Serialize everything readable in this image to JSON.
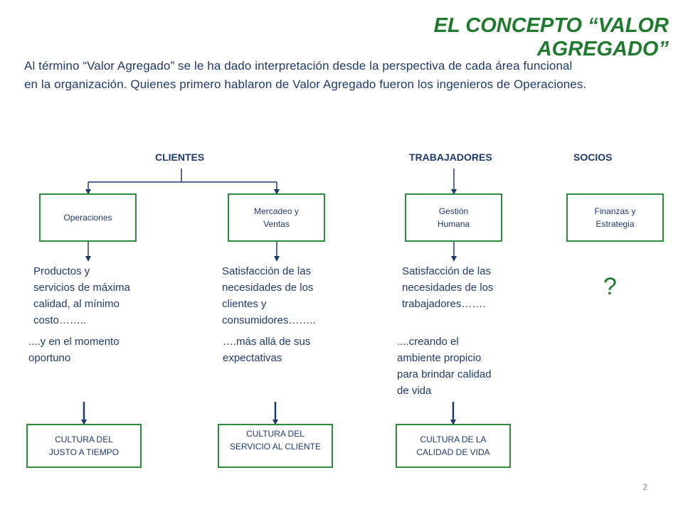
{
  "slide": {
    "title": "EL CONCEPTO “VALOR AGREGADO”",
    "intro_line1": "Al término “Valor Agregado” se le ha dado interpretación desde la perspectiva de cada área funcional",
    "intro_line2": "en la organización. Quienes primero hablaron de Valor Agregado fueron los ingenieros de Operaciones.",
    "page_number": "2"
  },
  "groups": {
    "clientes": "CLIENTES",
    "trabajadores": "TRABAJADORES",
    "socios": "SOCIOS"
  },
  "areas": {
    "operaciones": "Operaciones",
    "mercadeo_l1": "Mercadeo y",
    "mercadeo_l2": "Ventas",
    "gestion_l1": "Gestión",
    "gestion_l2": "Humana",
    "finanzas_l1": "Finanzas y",
    "finanzas_l2": "Estrategia"
  },
  "outcomes": {
    "operaciones": [
      "Productos y",
      "servicios de máxima",
      "calidad, al mínimo",
      "costo…….."
    ],
    "mercadeo": [
      "Satisfacción de las",
      "necesidades de los",
      "clientes y",
      "consumidores…….."
    ],
    "gestion": [
      "Satisfacción de las",
      "necesidades de los",
      "trabajadores……."
    ],
    "finanzas_unknown": "?"
  },
  "extensions": {
    "operaciones": [
      "....y en el momento",
      "oportuno"
    ],
    "mercadeo": [
      "….más allá de sus",
      "expectativas"
    ],
    "gestion": [
      "....creando el",
      "ambiente propicio",
      "para brindar calidad",
      "de vida"
    ]
  },
  "cultures": {
    "jit_l1": "CULTURA DEL",
    "jit_l2": "JUSTO A TIEMPO",
    "servicio_l1": "CULTURA DEL",
    "servicio_l2": "SERVICIO AL CLIENTE",
    "calidad_l1": "CULTURA DE LA",
    "calidad_l2": "CALIDAD DE VIDA"
  },
  "colors": {
    "title_green": "#1f7a2e",
    "text_blue": "#1f3a6e",
    "box_border_green": "#2e8b3e"
  }
}
